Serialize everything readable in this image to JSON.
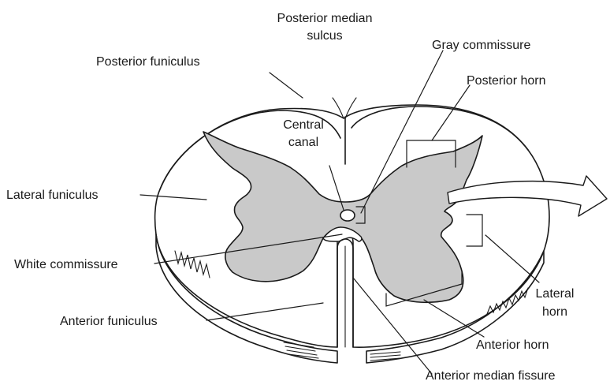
{
  "figure": {
    "colors": {
      "gray_matter": "#c9c9c9",
      "white_matter": "#ffffff",
      "line": "#1a1a1a"
    },
    "labels": {
      "posterior_median_sulcus_line1": "Posterior median",
      "posterior_median_sulcus_line2": "sulcus",
      "posterior_funiculus": "Posterior funiculus",
      "gray_commissure": "Gray commissure",
      "posterior_horn": "Posterior horn",
      "central_canal_line1": "Central",
      "central_canal_line2": "canal",
      "lateral_funiculus": "Lateral funiculus",
      "white_commissure": "White commissure",
      "anterior_funiculus": "Anterior funiculus",
      "lateral_horn_line1": "Lateral",
      "lateral_horn_line2": "horn",
      "anterior_horn": "Anterior horn",
      "anterior_median_fissure": "Anterior median fissure"
    }
  }
}
